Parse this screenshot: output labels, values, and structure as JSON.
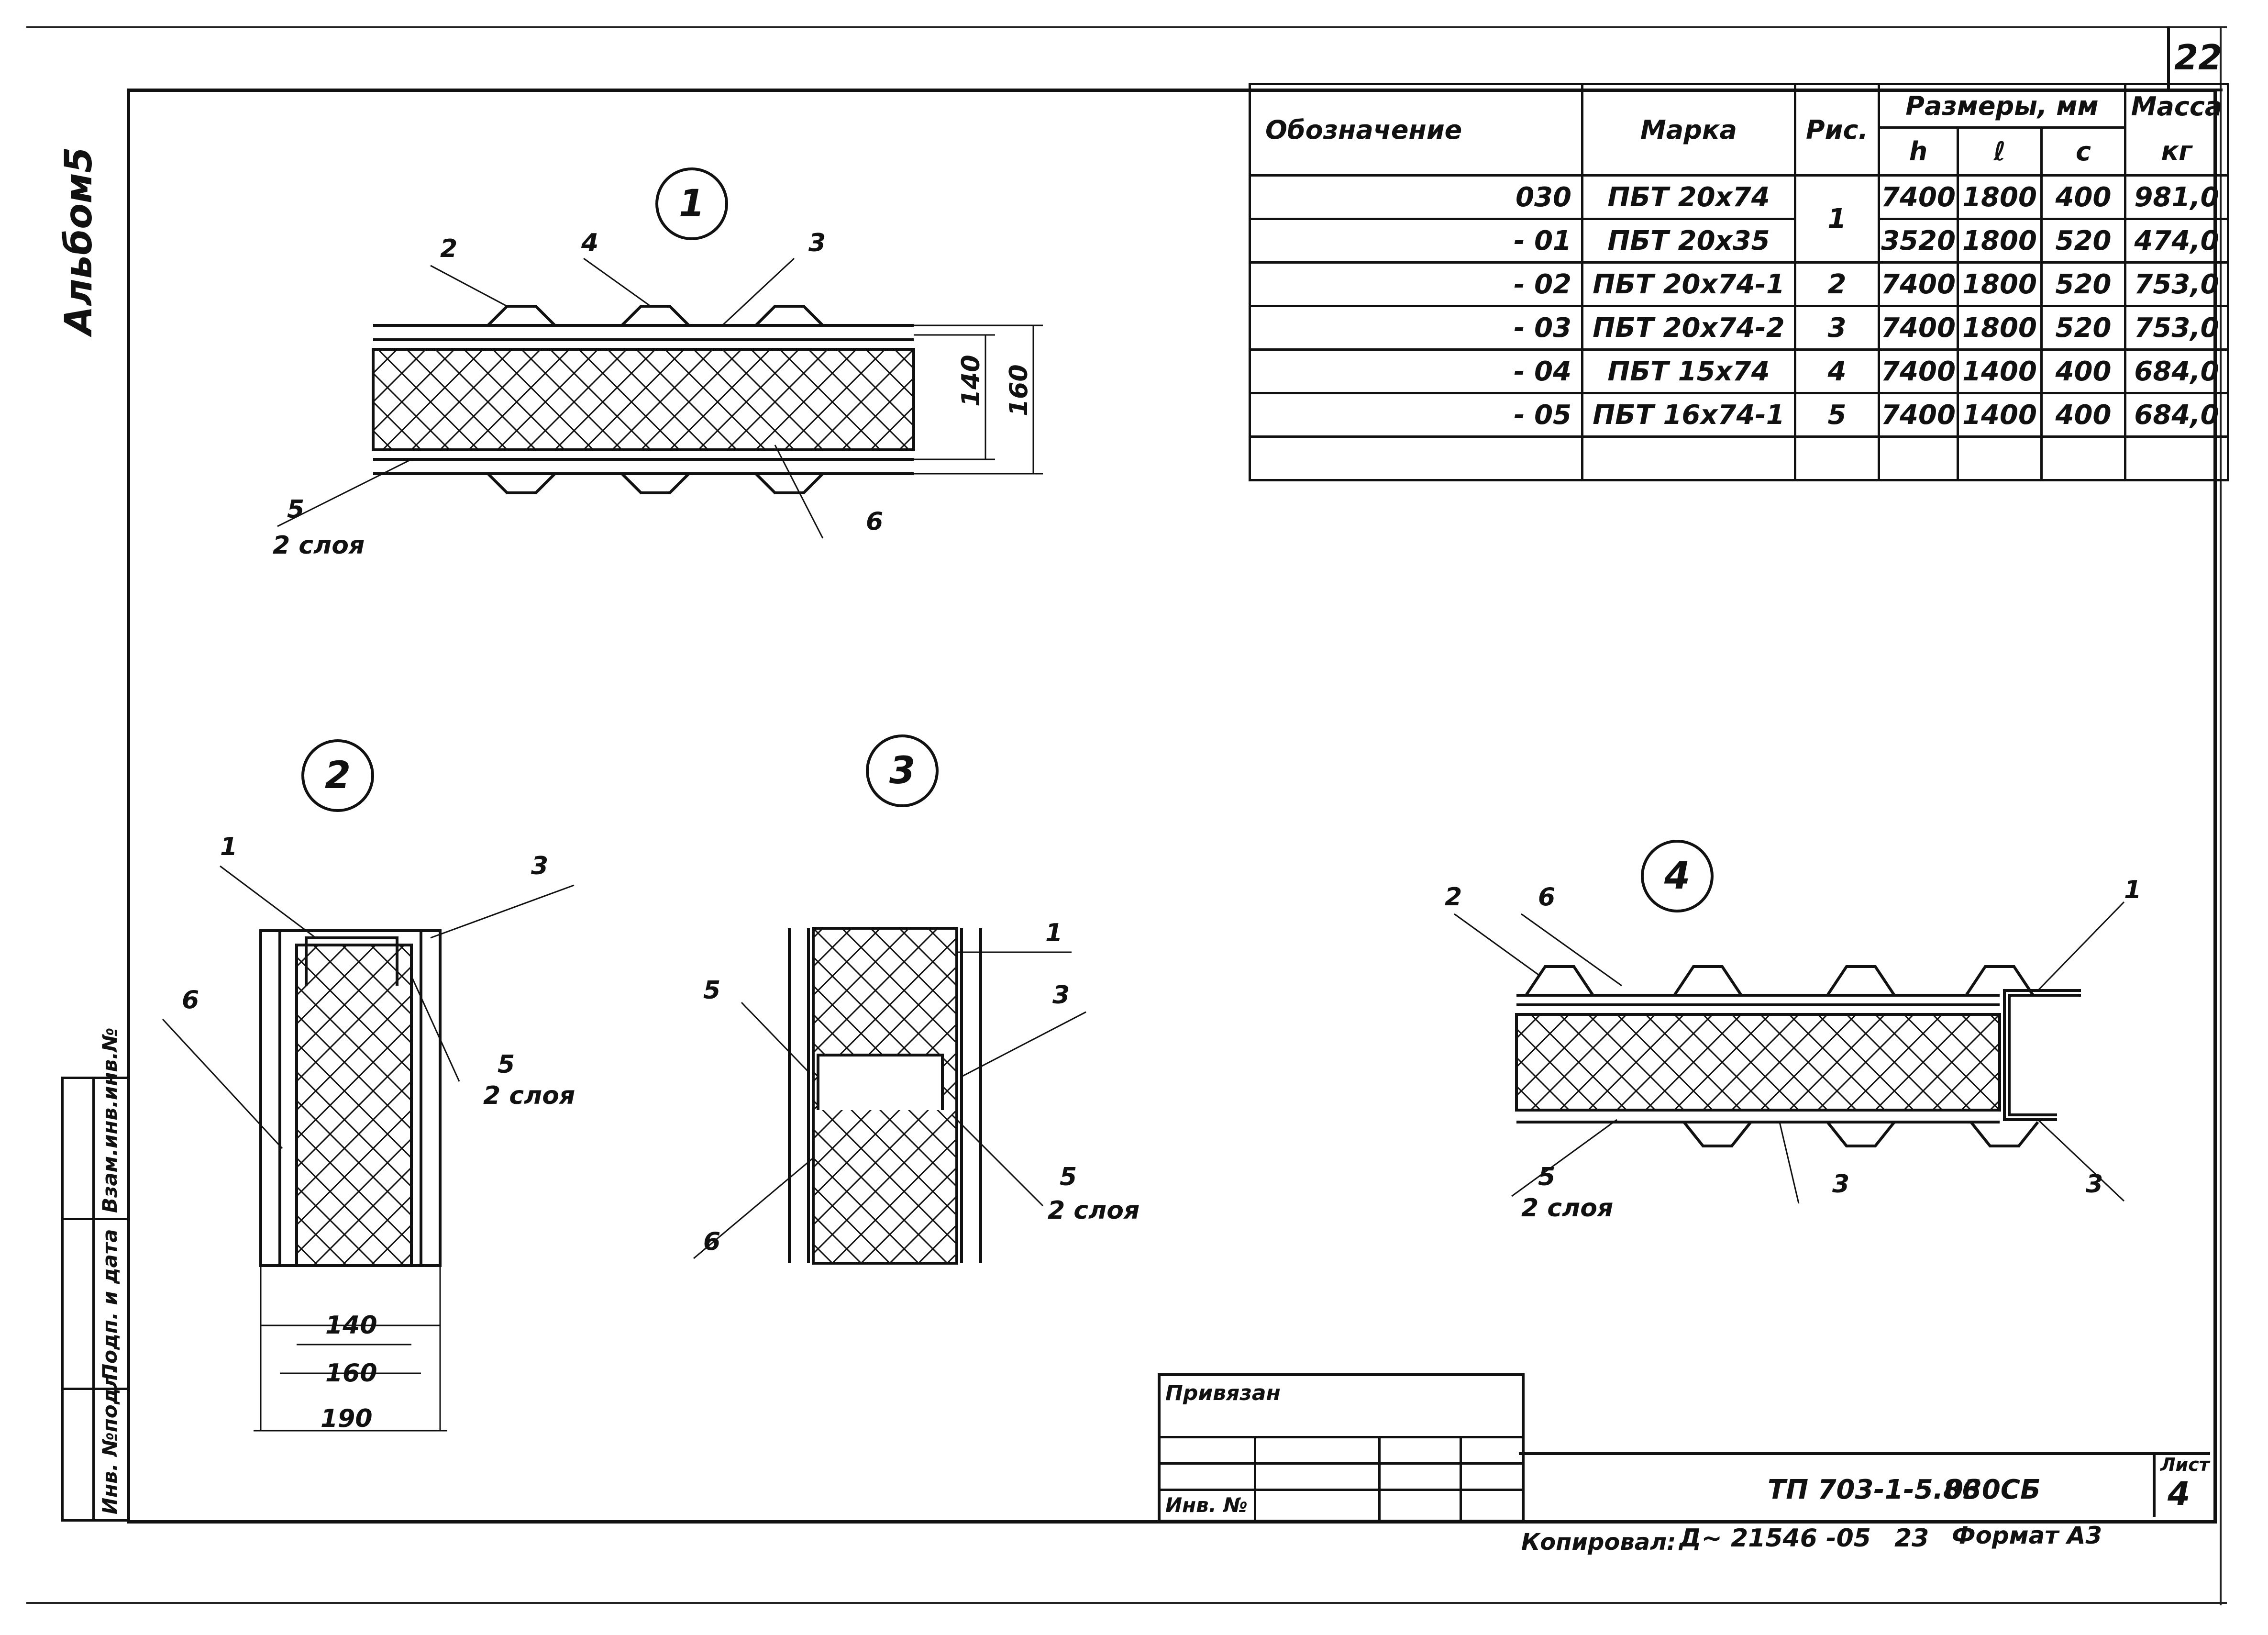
{
  "sheet_number": "22",
  "album": "Альбом5",
  "table": {
    "headers": {
      "designation": "Обозначение",
      "mark": "Марка",
      "fig": "Рис.",
      "dimensions": "Размеры, мм",
      "h": "h",
      "l": "ℓ",
      "c": "c",
      "mass": "Масса",
      "mass_unit": "кг"
    },
    "rows": [
      {
        "designation": "030",
        "mark": "ПБТ 20х74",
        "fig": "1",
        "h": "7400",
        "l": "1800",
        "c": "400",
        "mass": "981,0"
      },
      {
        "designation": "- 01",
        "mark": "ПБТ 20х35",
        "fig": "",
        "h": "3520",
        "l": "1800",
        "c": "520",
        "mass": "474,0"
      },
      {
        "designation": "- 02",
        "mark": "ПБТ 20х74-1",
        "fig": "2",
        "h": "7400",
        "l": "1800",
        "c": "520",
        "mass": "753,0"
      },
      {
        "designation": "- 03",
        "mark": "ПБТ 20х74-2",
        "fig": "3",
        "h": "7400",
        "l": "1800",
        "c": "520",
        "mass": "753,0"
      },
      {
        "designation": "- 04",
        "mark": "ПБТ 15х74",
        "fig": "4",
        "h": "7400",
        "l": "1400",
        "c": "400",
        "mass": "684,0"
      },
      {
        "designation": "- 05",
        "mark": "ПБТ 16х74-1",
        "fig": "5",
        "h": "7400",
        "l": "1400",
        "c": "400",
        "mass": "684,0"
      }
    ]
  },
  "figures": {
    "f1": {
      "num": "1",
      "callouts": [
        "2",
        "4",
        "3",
        "5",
        "2 слоя",
        "6"
      ],
      "dims": [
        "140",
        "160"
      ]
    },
    "f2": {
      "num": "2",
      "callouts": [
        "1",
        "3",
        "6",
        "5",
        "2 слоя"
      ],
      "dims": [
        "140",
        "160",
        "190"
      ]
    },
    "f3": {
      "num": "3",
      "callouts": [
        "1",
        "5",
        "3",
        "5",
        "2 слоя",
        "6"
      ]
    },
    "f4": {
      "num": "4",
      "callouts": [
        "2",
        "6",
        "1",
        "5",
        "2 слоя",
        "3",
        "3"
      ]
    }
  },
  "stamp": {
    "inv_orig": "Инв. №подл.",
    "sign_date": "Подп. и дата",
    "replace_inv": "Взам.инв.инв.№"
  },
  "title_block": {
    "bound": "Привязан",
    "inv_no": "Инв. №",
    "code": "ТП 703-1-5.86",
    "doc": "030СБ",
    "sheet_label": "Лист",
    "sheet": "4"
  },
  "footer": {
    "copied": "Копировал:",
    "copier": "Д~ 21546 -05",
    "num": "23",
    "format": "Формат А3"
  }
}
